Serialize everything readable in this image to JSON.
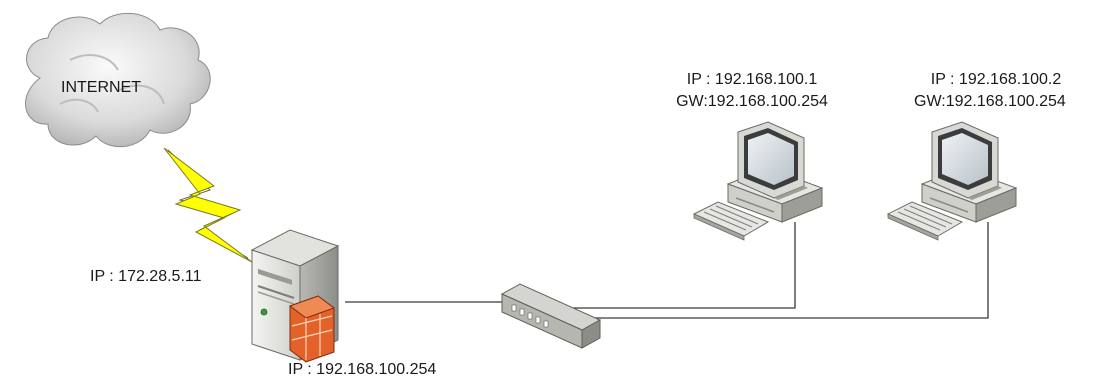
{
  "diagram": {
    "internet_label": "INTERNET",
    "firewall_wan_ip": "IP : 172.28.5.11",
    "firewall_lan_ip": "IP : 192.168.100.254",
    "pc1": {
      "ip": "IP : 192.168.100.1",
      "gateway": "GW:192.168.100.254"
    },
    "pc2": {
      "ip": "IP : 192.168.100.2",
      "gateway": "GW:192.168.100.254"
    }
  }
}
